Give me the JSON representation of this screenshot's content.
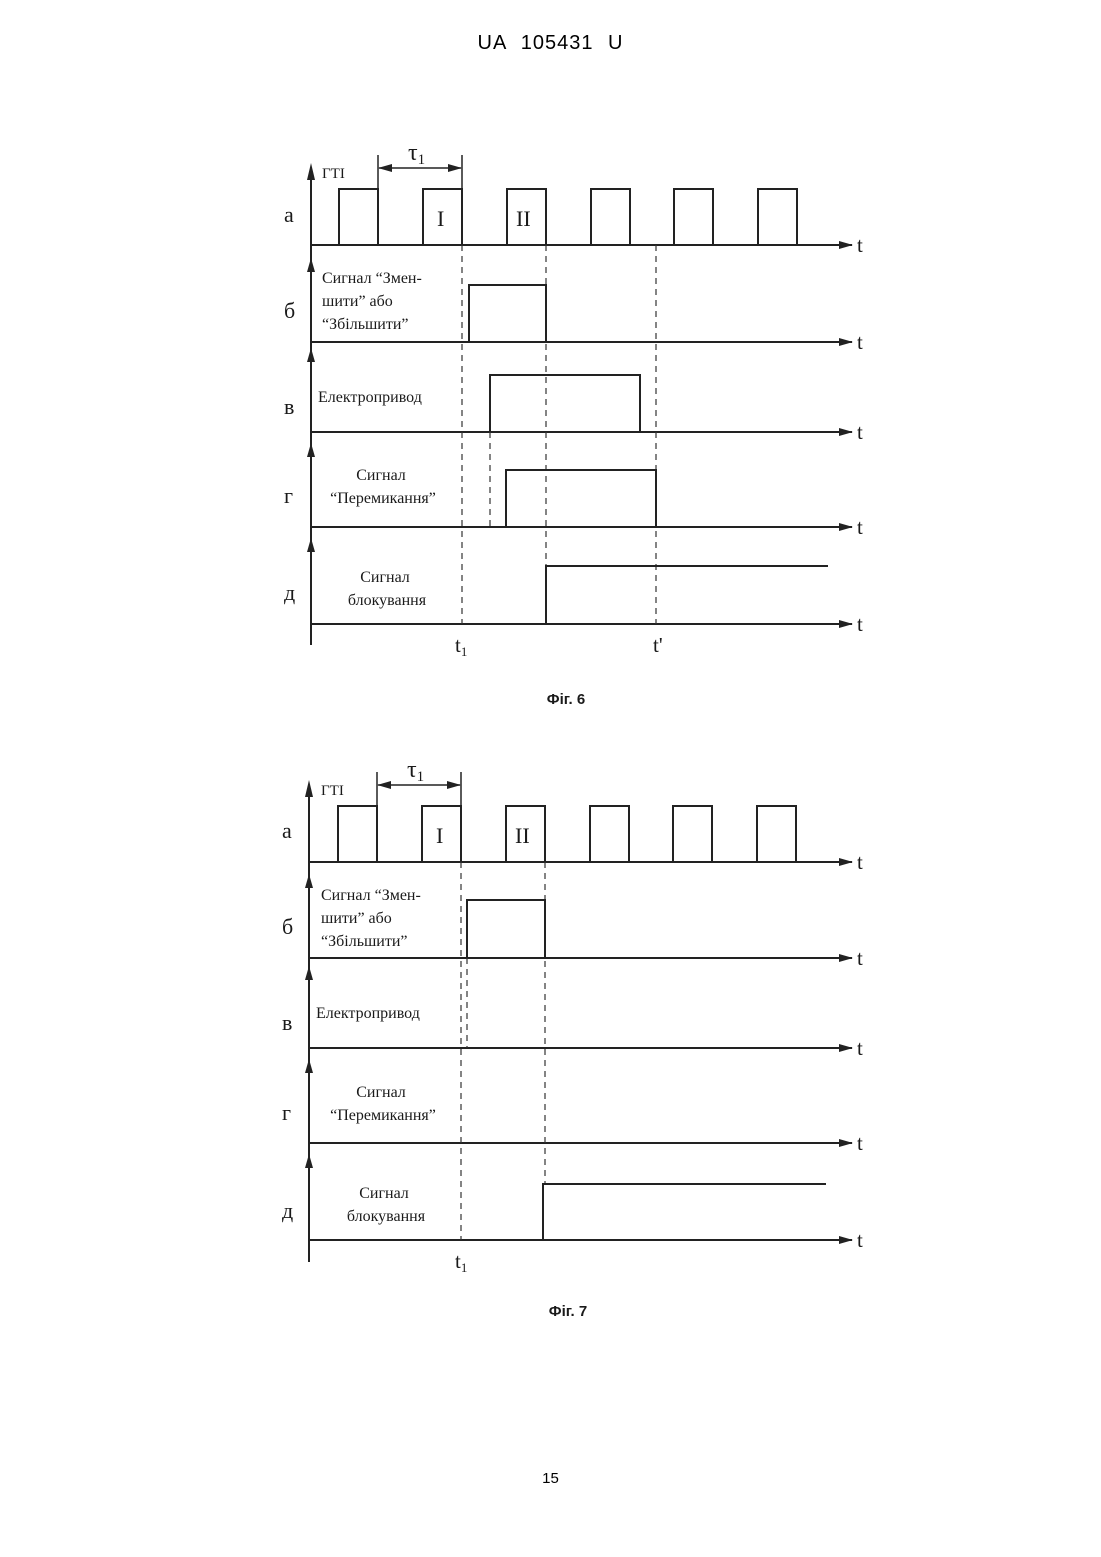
{
  "header": "UA 105431 U",
  "page_number": "15",
  "figures": [
    {
      "caption": "Фіг. 6",
      "clock_label": "ГТІ",
      "period_label": "τ",
      "period_sub": "1",
      "pulse_I": "I",
      "pulse_II": "II",
      "rows": [
        {
          "letter": "а",
          "axis": "t"
        },
        {
          "letter": "б",
          "axis": "t",
          "lines": [
            "Сигнал “Змен-",
            "шити” або",
            "“Збільшити”"
          ]
        },
        {
          "letter": "в",
          "axis": "t",
          "lines": [
            "Електропривод"
          ]
        },
        {
          "letter": "г",
          "axis": "t",
          "lines": [
            "Сигнал",
            "“Перемикання”"
          ]
        },
        {
          "letter": "д",
          "axis": "t",
          "lines": [
            "Сигнал",
            "блокування"
          ]
        }
      ],
      "t1_label": "t",
      "t1_sub": "1",
      "tprime_label": "t'"
    },
    {
      "caption": "Фіг. 7",
      "clock_label": "ГТІ",
      "period_label": "τ",
      "period_sub": "1",
      "pulse_I": "I",
      "pulse_II": "II",
      "rows": [
        {
          "letter": "а",
          "axis": "t"
        },
        {
          "letter": "б",
          "axis": "t",
          "lines": [
            "Сигнал “Змен-",
            "шити” або",
            "“Збільшити”"
          ]
        },
        {
          "letter": "в",
          "axis": "t",
          "lines": [
            "Електропривод"
          ]
        },
        {
          "letter": "г",
          "axis": "t",
          "lines": [
            "Сигнал",
            "“Перемикання”"
          ]
        },
        {
          "letter": "д",
          "axis": "t",
          "lines": [
            "Сигнал",
            "блокування"
          ]
        }
      ],
      "t1_label": "t",
      "t1_sub": "1"
    }
  ]
}
